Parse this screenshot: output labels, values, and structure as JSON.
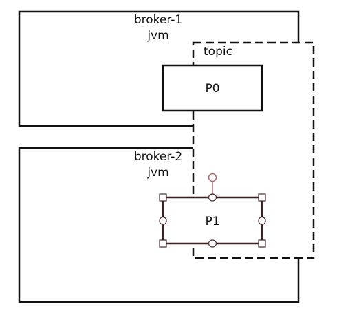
{
  "brokers": [
    {
      "name": "broker-1",
      "runtime": "jvm"
    },
    {
      "name": "broker-2",
      "runtime": "jvm"
    }
  ],
  "topic": {
    "label": "topic"
  },
  "partitions": [
    {
      "label": "P0",
      "selected": false
    },
    {
      "label": "P1",
      "selected": true
    }
  ],
  "colors": {
    "stroke": "#111111",
    "selection_stroke": "#4a2a2a",
    "handle_fill": "#ffffff",
    "rotate_handle": "#b06a6a"
  }
}
